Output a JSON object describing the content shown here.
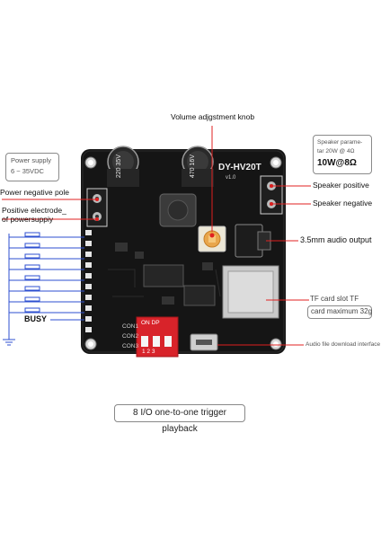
{
  "annotations": {
    "volume_knob": "Volume adjgstment knob",
    "power_supply_line1": "Power supply",
    "power_supply_line2": "6 ~ 35VDC",
    "power_negative": "Power negative pole",
    "positive_electrode_line1": "Positive electrode_",
    "positive_electrode_line2": "of powersuppiy",
    "busy": "BUSY",
    "speaker_param_line1": "Speaker parame-",
    "speaker_param_line2": "tar 20W @ 4Ω",
    "speaker_param_line3": "10W@8Ω",
    "speaker_positive": "Speaker positive",
    "speaker_negative": "Speaker negative",
    "audio_output": "3.5mm audio output",
    "tf_line1": "TF card slot TF",
    "tf_line2": "card maximum 32g",
    "usb_label": "Audio file download interface",
    "caption": "8 I/O one-to-one trigger playback"
  },
  "board": {
    "model": "DY-HV20T",
    "version": "v1.0",
    "cap1_line1": "220",
    "cap1_line2": "35V",
    "cap2_line1": "470",
    "cap2_line2": "16V",
    "dip_on": "ON DP",
    "dip_nums": "1 2 3",
    "con1": "CON1",
    "con2": "CON2",
    "con3": "CON3"
  },
  "colors": {
    "pcb": "#141414",
    "pointer": "#e02020",
    "dip": "#d8232a"
  }
}
